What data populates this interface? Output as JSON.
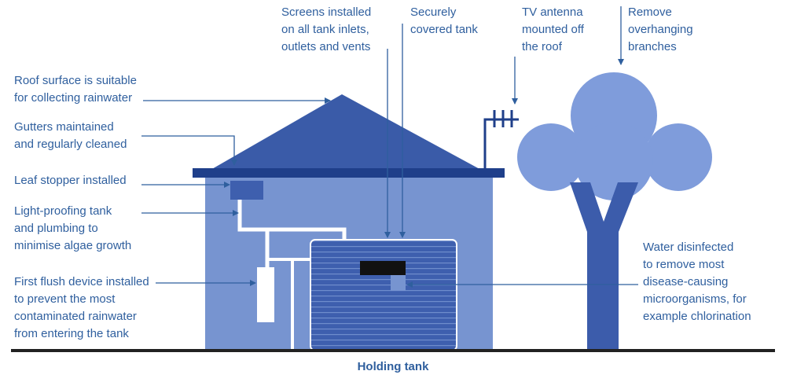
{
  "labels": {
    "screens": [
      "Screens installed",
      "on all tank inlets,",
      "outlets and vents"
    ],
    "covered": [
      "Securely",
      "covered tank"
    ],
    "antenna": [
      "TV antenna",
      "mounted off",
      "the roof"
    ],
    "branches": [
      "Remove",
      "overhanging",
      "branches"
    ],
    "roof": [
      "Roof surface is suitable",
      "for collecting rainwater"
    ],
    "gutters": [
      "Gutters maintained",
      "and regularly cleaned"
    ],
    "leaf": [
      "Leaf stopper installed"
    ],
    "lightproof": [
      "Light-proofing tank",
      "and plumbing to",
      "minimise algae growth"
    ],
    "flush": [
      "First flush device installed",
      "to prevent the most",
      "contaminated rainwater",
      "from entering the tank"
    ],
    "disinfect": [
      "Water disinfected",
      "to remove most",
      "disease-causing",
      "microorganisms, for",
      "example chlorination"
    ]
  },
  "caption": "Holding tank",
  "colors": {
    "text": "#2f5f9e",
    "roof": "#3a5ba8",
    "gutter": "#1f3f8a",
    "wall": "#7794d0",
    "tank": "#3e5fae",
    "tree": "#7f9cdb",
    "trunk": "#3c5cab",
    "ground": "#222222"
  }
}
